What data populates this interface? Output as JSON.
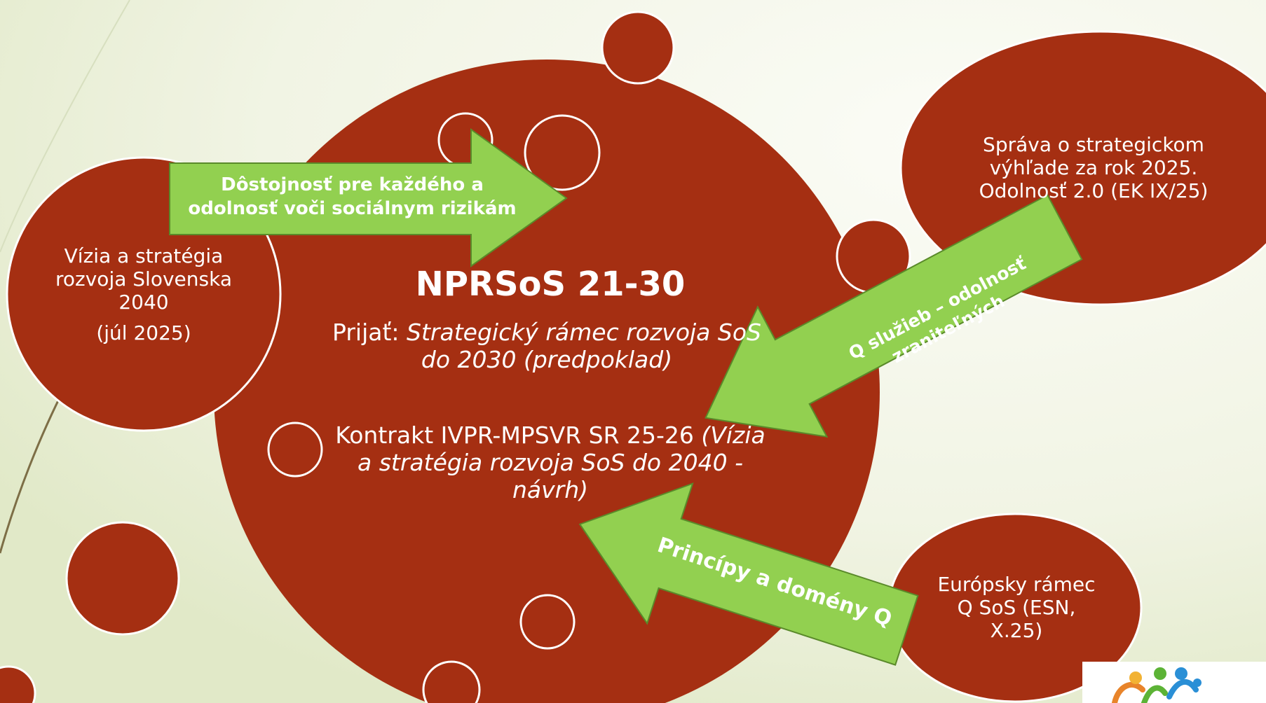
{
  "colors": {
    "circle_fill": "#a52f12",
    "arrow_fill": "#92d050",
    "outline": "#ffffff",
    "background": "#eef2df"
  },
  "central": {
    "title": "NPRSoS 21-30",
    "adopted_prefix": "Prijať:",
    "adopted_italic": "Strategický rámec rozvoja SoS do 2030 (predpoklad)",
    "contract_plain": "Kontrakt IVPR-MPSVR SR 25-26",
    "contract_italic": "(Vízia a stratégia rozvoja SoS do 2040 - návrh)"
  },
  "left_circle": {
    "text": "Vízia a stratégia rozvoja Slovenska 2040",
    "date": "(júl 2025)"
  },
  "top_right_circle": {
    "text": "Správa o strategickom výhľade za rok 2025. Odolnosť 2.0 (EK IX/25)"
  },
  "bottom_right_circle": {
    "text": "Európsky rámec Q SoS (ESN, X.25)"
  },
  "arrows": {
    "top": "Dôstojnosť pre každého a odolnosť voči sociálnym rizikám",
    "right": "Q služieb – odolnosť zraniteľných",
    "bottom": "Princípy a domény Q"
  },
  "decor": {
    "logo_icon": "organization-logo"
  }
}
